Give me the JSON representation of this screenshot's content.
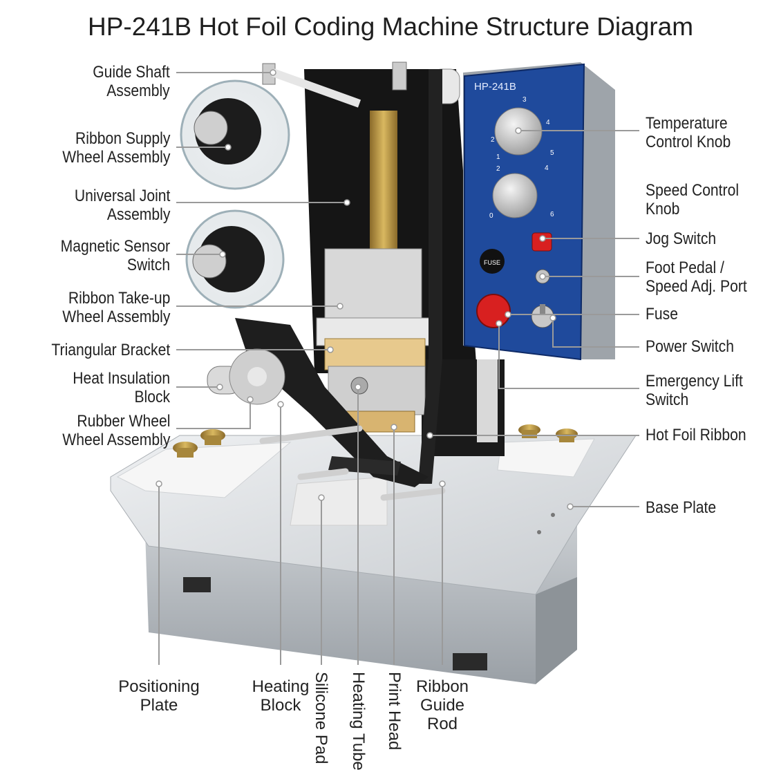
{
  "title": "HP-241B Hot Foil Coding Machine Structure Diagram",
  "panel_model": "HP-241B",
  "fuse_cap_text": "FUSE",
  "labels": {
    "guide_shaft": "Guide Shaft\nAssembly",
    "ribbon_supply": "Ribbon Supply\nWheel Assembly",
    "universal_joint": "Universal Joint\nAssembly",
    "magnetic_sensor": "Magnetic Sensor\nSwitch",
    "ribbon_takeup": "Ribbon Take-up\nWheel Assembly",
    "triangular_bracket": "Triangular Bracket",
    "heat_insulation": "Heat Insulation\nBlock",
    "rubber_wheel": "Rubber Wheel\nWheel Assembly",
    "temperature_knob": "Temperature\nControl Knob",
    "speed_knob": "Speed Control\nKnob",
    "jog_switch": "Jog Switch",
    "foot_pedal": "Foot Pedal /\nSpeed Adj. Port",
    "fuse": "Fuse",
    "power_switch": "Power Switch",
    "emergency_lift": "Emergency Lift\nSwitch",
    "hot_foil_ribbon": "Hot Foil Ribbon",
    "base_plate": "Base Plate",
    "positioning_plate": "Positioning\nPlate",
    "heating_block": "Heating\nBlock",
    "silicone_pad": "Silicone Pad",
    "heating_tube": "Heating Tube",
    "print_head": "Print Head",
    "ribbon_guide_rod": "Ribbon\nGuide\nRod"
  },
  "knob_scales": {
    "temperature": [
      "1",
      "2",
      "3",
      "4",
      "5"
    ],
    "speed": [
      "0",
      "2",
      "4",
      "6"
    ]
  },
  "colors": {
    "panel_blue": "#1f4a9c",
    "leader_line": "#9a9a9a",
    "base_metal": "#b9bec3",
    "button_red": "#d82020"
  }
}
